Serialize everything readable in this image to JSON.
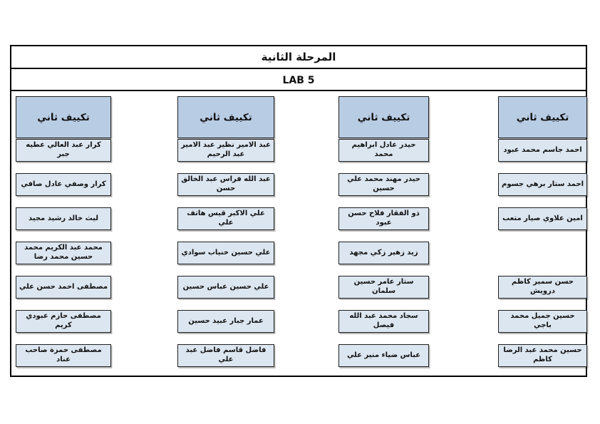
{
  "header": {
    "stage_title": "المرحلة الثانية",
    "lab_title": "LAB 5"
  },
  "columns_note": "columns listed in visual left-to-right order; Arabic reading order is right-to-left (rightmost column is group 1)",
  "columns": [
    {
      "header": "تكييف ثاني",
      "names": [
        "كرار عبد العالي عطيه جبر",
        "كرار وصفي عادل صافي",
        "ليث خالد رشيد مجيد",
        "محمد عبد الكريم محمد حسين محمد رضا",
        "مصطفى احمد حسن علي",
        "مصطفى حازم عبودي كريم",
        "مصطفى حمزة صاحب عناد"
      ]
    },
    {
      "header": "تكييف ثاني",
      "names": [
        "عبد الامير نظير عبد الامير عبد الرحيم",
        "عبد الله فراس عبد الخالق حسن",
        "علي الاكبر قيس هاتف علي",
        "علي حسين خنياب سوادي",
        "علي حسين عباس حسين",
        "عمار جبار عبيد حسين",
        "فاضل قاسم فاضل عبد علي"
      ]
    },
    {
      "header": "تكييف ثاني",
      "names": [
        "حيدر عادل ابراهيم محمد",
        "حيدر مهند محمد علي حسين",
        "ذو الفقار فلاح حسن عبود",
        "زيد زهير زكي مجهد",
        "ستار عامر حسين سلمان",
        "سجاد محمد عبد الله فيصل",
        "عباس ضياء منير علي"
      ]
    },
    {
      "header": "تكييف ثاني",
      "names": [
        "احمد جاسم محمد عبود",
        "احمد ستار برهي جسوم",
        "امين علاوي صيار متعب",
        "",
        "حسن سمير كاظم درويش",
        "حسين جميل محمد باجي",
        "حسين محمد عبد الرضا كاظم"
      ]
    }
  ],
  "colors": {
    "header_fill": "#b8cce4",
    "cell_fill": "#dce6f1",
    "border_color": "#1f1f1f",
    "text_color": "#111111"
  }
}
